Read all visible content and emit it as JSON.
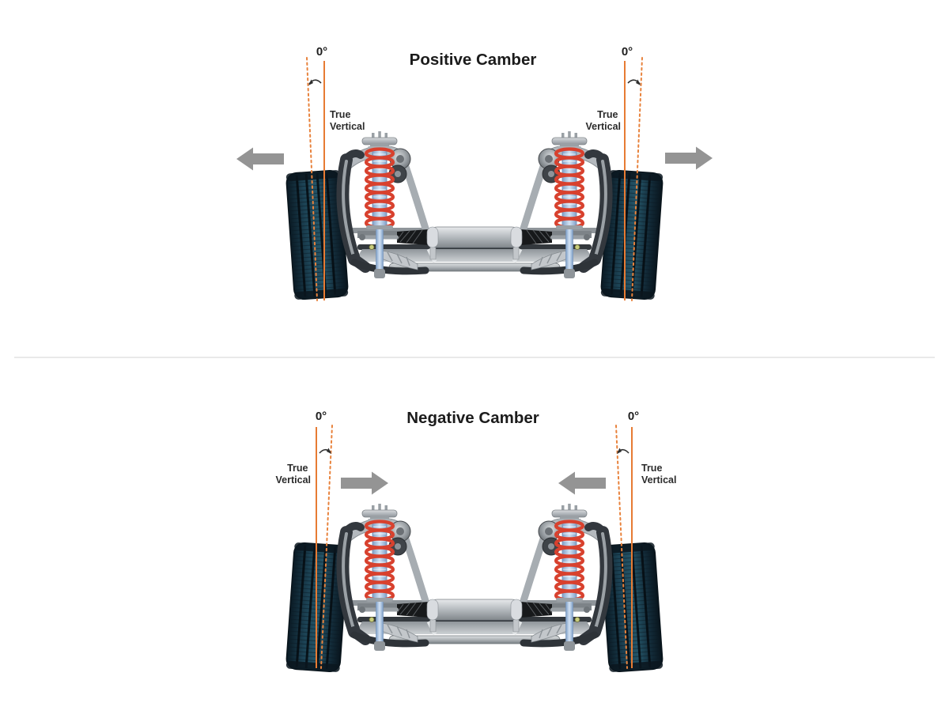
{
  "diagram": {
    "subject": "wheel-camber-comparison",
    "panels": [
      {
        "id": "positive-camber",
        "title": "Positive Camber",
        "arrow_direction": "outward",
        "left_gauge": {
          "angle": "0°",
          "label_line1": "True",
          "label_line2": "Vertical"
        },
        "right_gauge": {
          "angle": "0°",
          "label_line1": "True",
          "label_line2": "Vertical"
        }
      },
      {
        "id": "negative-camber",
        "title": "Negative Camber",
        "arrow_direction": "inward",
        "left_gauge": {
          "angle": "0°",
          "label_line1": "True",
          "label_line2": "Vertical"
        },
        "right_gauge": {
          "angle": "0°",
          "label_line1": "True",
          "label_line2": "Vertical"
        }
      }
    ],
    "colors": {
      "true_vertical_line": "#e77b33",
      "camber_dashed_line": "#e8823c",
      "arrow": "#949494",
      "spring": "#d8412e",
      "strut_body": "#b9cfe9",
      "tire": "#16323f",
      "metal": "#b7bbc0",
      "divider": "#e2e2e2",
      "title_text": "#1b1b1b",
      "label_text": "#2b2b2b"
    }
  }
}
